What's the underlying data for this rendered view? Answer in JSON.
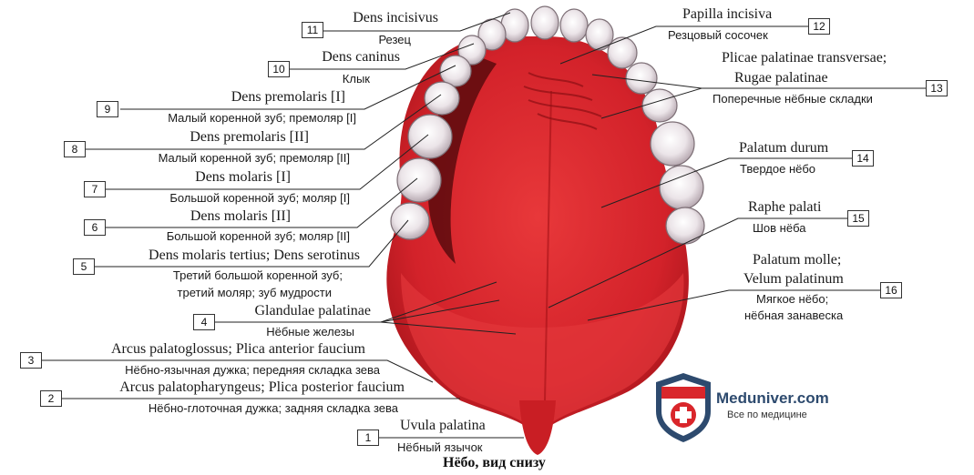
{
  "labels": [
    {
      "id": "1",
      "latin": "Uvula palatina",
      "russian": "Нёбный язычок"
    },
    {
      "id": "2",
      "latin": "Arcus palatopharyngeus; Plica posterior faucium",
      "russian": "Нёбно-глоточная дужка; задняя складка зева"
    },
    {
      "id": "3",
      "latin": "Arcus palatoglossus; Plica anterior faucium",
      "russian": "Нёбно-язычная дужка; передняя складка зева"
    },
    {
      "id": "4",
      "latin": "Glandulae palatinae",
      "russian": "Нёбные железы"
    },
    {
      "id": "5",
      "latin": "Dens molaris tertius; Dens serotinus",
      "russian": "Третий большой коренной зуб;",
      "russian2": "третий моляр; зуб мудрости"
    },
    {
      "id": "6",
      "latin": "Dens molaris [II]",
      "russian": "Большой коренной зуб; моляр [II]"
    },
    {
      "id": "7",
      "latin": "Dens molaris [I]",
      "russian": "Большой коренной зуб; моляр [I]"
    },
    {
      "id": "8",
      "latin": "Dens premolaris [II]",
      "russian": "Малый коренной зуб; премоляр [II]"
    },
    {
      "id": "9",
      "latin": "Dens premolaris [I]",
      "russian": "Малый коренной зуб; премоляр [I]"
    },
    {
      "id": "10",
      "latin": "Dens caninus",
      "russian": "Клык"
    },
    {
      "id": "11",
      "latin": "Dens incisivus",
      "russian": "Резец"
    },
    {
      "id": "12",
      "latin": "Papilla incisiva",
      "russian": "Резцовый сосочек"
    },
    {
      "id": "13",
      "latin": "Plicae palatinae transversae;",
      "latin2": "Rugae palatinae",
      "russian": "Поперечные нёбные складки"
    },
    {
      "id": "14",
      "latin": "Palatum durum",
      "russian": "Твердое нёбо"
    },
    {
      "id": "15",
      "latin": "Raphe palati",
      "russian": "Шов нёба"
    },
    {
      "id": "16",
      "latin": "Palatum molle;",
      "latin2": "Velum palatinum",
      "russian": "Мягкое нёбо;",
      "russian2": "нёбная занавеска"
    }
  ],
  "caption": "Нёбо, вид снизу",
  "watermark": {
    "name": "Meduniver.com",
    "tagline": "Все по медицине"
  },
  "colors": {
    "palate": "#d8262a",
    "palate_dark": "#8a1014",
    "tooth": "#e9e2e6",
    "line": "#222222",
    "brand": "#2d4a6e"
  }
}
